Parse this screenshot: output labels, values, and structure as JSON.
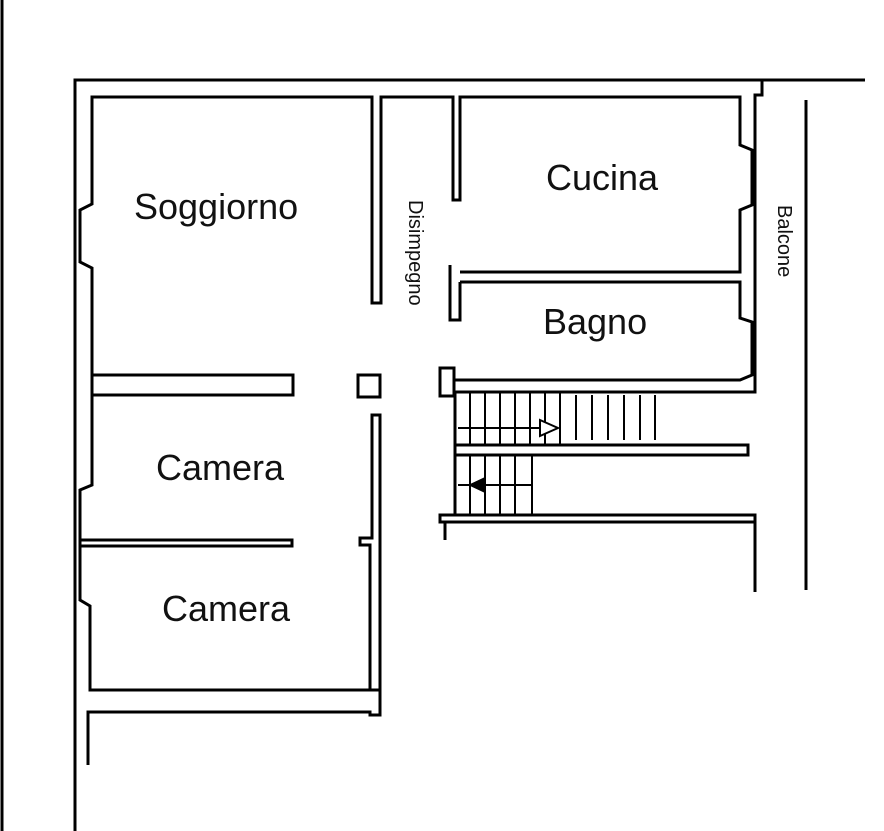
{
  "plan": {
    "rooms": [
      {
        "name": "Soggiorno"
      },
      {
        "name": "Cucina"
      },
      {
        "name": "Bagno"
      },
      {
        "name": "Camera"
      },
      {
        "name": "Camera"
      }
    ],
    "corridor": "Disimpegno",
    "balcony": "Balcone"
  }
}
